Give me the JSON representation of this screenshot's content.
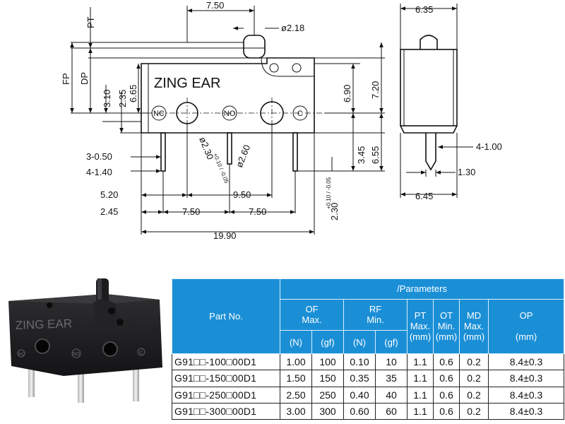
{
  "drawing": {
    "brand": "ZING EAR",
    "terminals": [
      "NC",
      "NO",
      "C"
    ],
    "dims": {
      "d750_top": "7.50",
      "d218": "ø2.18",
      "pt": "PT",
      "fp": "FP",
      "dp": "DP",
      "d310": "3.10",
      "d235": "2.35",
      "d665": "6.65",
      "d690": "6.90",
      "d720": "7.20",
      "d345": "3.45",
      "d655": "6.55",
      "d230": "ø2.30",
      "d230_tol": "+0.10 / -0.05",
      "d260": "ø2.60",
      "d3050": "3-0.50",
      "d4140": "4-1.40",
      "d520": "5.20",
      "d950": "9.50",
      "d245": "2.45",
      "d750_b1": "7.50",
      "d750_b2": "7.50",
      "d1990": "19.90",
      "d230v": "2.30",
      "d230v_tol": "+0.10 / -0.05",
      "d635": "6.35",
      "d4100": "4-1.00",
      "d130": "1.30",
      "d645": "6.45"
    }
  },
  "photo": {
    "brand": "ZING EAR",
    "terminals": [
      "NC",
      "NO",
      "C"
    ]
  },
  "table": {
    "title": "/Parameters",
    "part_no_header": "Part No.",
    "of_header": "OF\nMax.",
    "rf_header": "RF\nMin.",
    "pt_header": "PT\nMax.\n(mm)",
    "ot_header": "OT\nMin.\n(mm)",
    "md_header": "MD\nMax.\n(mm)",
    "op_header": "OP\n\n(mm)",
    "units": [
      "(N)",
      "(gf)",
      "(N)",
      "(gf)"
    ],
    "rows": [
      [
        "G91□□-100□00D1",
        "1.00",
        "100",
        "0.10",
        "10",
        "1.1",
        "0.6",
        "0.2",
        "8.4±0.3"
      ],
      [
        "G91□□-150□00D1",
        "1.50",
        "150",
        "0.35",
        "35",
        "1.1",
        "0.6",
        "0.2",
        "8.4±0.3"
      ],
      [
        "G91□□-250□00D1",
        "2.50",
        "250",
        "0.40",
        "40",
        "1.1",
        "0.6",
        "0.2",
        "8.4±0.3"
      ],
      [
        "G91□□-300□00D1",
        "3.00",
        "300",
        "0.60",
        "60",
        "1.1",
        "0.6",
        "0.2",
        "8.4±0.3"
      ]
    ]
  }
}
